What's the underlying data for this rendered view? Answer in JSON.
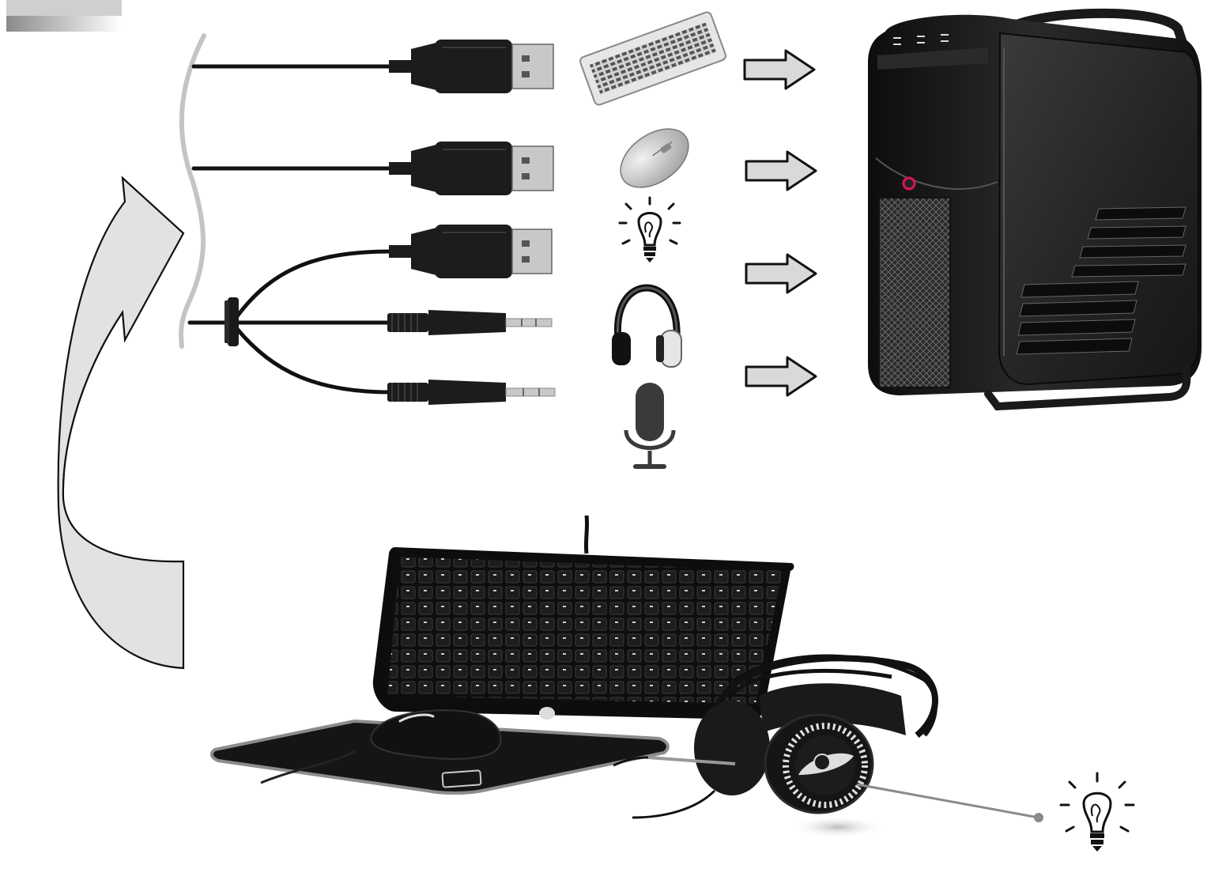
{
  "diagram": {
    "connectors": [
      {
        "kind": "usb-plug",
        "device": "keyboard",
        "cable": "keyboard-cable"
      },
      {
        "kind": "usb-plug",
        "device": "mouse",
        "cable": "mouse-cable"
      },
      {
        "kind": "usb-plug",
        "device": "backlight",
        "cable": "headset-split-cable"
      },
      {
        "kind": "audio-jack",
        "device": "headphones",
        "cable": "headset-split-cable"
      },
      {
        "kind": "audio-jack",
        "device": "microphone",
        "cable": "headset-split-cable"
      }
    ],
    "device_icons": [
      "keyboard-icon",
      "mouse-icon",
      "lightbulb-icon",
      "headphones-icon",
      "microphone-icon"
    ],
    "target": "pc-tower",
    "kit_items": [
      "gaming-keyboard",
      "gaming-mouse",
      "mouse-pad",
      "gaming-headset"
    ],
    "colors": {
      "cable": "#111111",
      "plug_body": "#1c1c1c",
      "plug_metal": "#c8c8c8",
      "arrow_fill": "#d9d9d9",
      "big_arrow_fill": "#e2e2e2",
      "tower_body": "#1a1a1a",
      "tower_panel": "#2c2c2c",
      "power_led": "#e0145a",
      "pad": "#151515",
      "pad_edge": "#8c8c8c"
    }
  }
}
